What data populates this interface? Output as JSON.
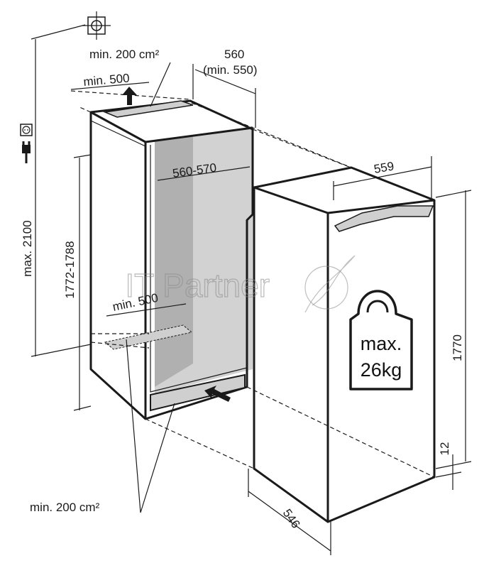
{
  "diagram": {
    "labels": {
      "top_vent_area": "min. 200 cm²",
      "top_vent_depth": "min. 500",
      "niche_depth": "560",
      "niche_depth_min": "(min. 550)",
      "niche_width": "560-570",
      "max_height": "max. 2100",
      "niche_height": "1772-1788",
      "bottom_vent_depth": "min. 500",
      "bottom_vent_area": "min. 200 cm²",
      "appliance_width": "559",
      "appliance_height": "1770",
      "plinth_gap": "12",
      "appliance_depth": "546",
      "max_load_line1": "max.",
      "max_load_line2": "26kg"
    },
    "watermark": "IT Partner",
    "icons": [
      "crosshair-icon",
      "socket-icon",
      "plug-icon",
      "weight-icon",
      "arrow-up-icon",
      "arrow-in-icon"
    ]
  }
}
